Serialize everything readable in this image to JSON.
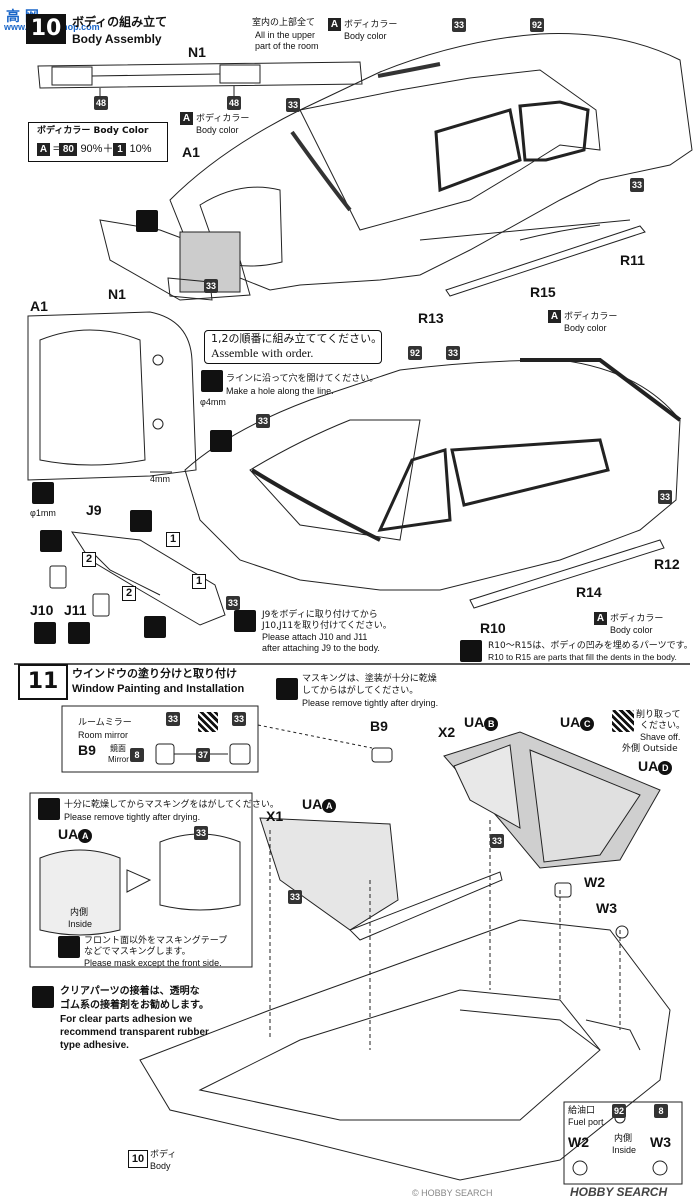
{
  "site_watermark": "www.hobby-shop.com",
  "step10": {
    "number": "10",
    "title_jp": "ボディの組み立て",
    "title_en": "Body Assembly"
  },
  "interior_note": {
    "jp": "室内の上部全て",
    "en_1": "All in the upper",
    "en_2": "part of the room"
  },
  "body_color_label_jp": "ボディカラー",
  "body_color_label_en": "Body color",
  "color_box": {
    "title": "ボディカラー Body Color",
    "formula_a": "A",
    "formula_eq": "=",
    "formula_80": "80",
    "formula_pct1": "90%＋",
    "formula_1": "1",
    "formula_pct2": "10%"
  },
  "parts": {
    "N1": "N1",
    "A1": "A1",
    "R11": "R11",
    "R13": "R13",
    "R15": "R15",
    "J9": "J9",
    "J10": "J10",
    "J11": "J11",
    "R10": "R10",
    "R12": "R12",
    "R14": "R14",
    "X1": "X1",
    "X2": "X2",
    "B9": "B9",
    "W2": "W2",
    "W3": "W3"
  },
  "paint_codes": {
    "c33": "33",
    "c48": "48",
    "c92": "92",
    "c37": "37",
    "c8": "8",
    "A": "A"
  },
  "order_note": {
    "jp": "1,2の順番に組み立ててください。",
    "en": "Assemble with order."
  },
  "hole_note": {
    "jp": "ラインに沿って穴を開けてください。",
    "en": "Make a hole along the line.",
    "phi4": "φ4mm",
    "phi1": "φ1mm",
    "mm4": "4mm"
  },
  "j9_note": {
    "jp_1": "J9をボディに取り付けてから",
    "jp_2": "J10,J11を取り付けてください。",
    "en_1": "Please attach J10 and J11",
    "en_2": "after attaching J9 to the body."
  },
  "dent_note": {
    "jp": "R10～R15は、ボディの凹みを埋めるパーツです。",
    "en": "R10 to R15 are parts that fill the dents in the body."
  },
  "step11": {
    "number": "11",
    "title_jp": "ウインドウの塗り分けと取り付け",
    "title_en": "Window Painting and Installation"
  },
  "masking_note": {
    "jp_1": "マスキングは、塗装が十分に乾燥",
    "jp_2": "してからはがしてください。",
    "en": "Please remove tightly after drying."
  },
  "room_mirror": {
    "jp": "ルームミラー",
    "en": "Room mirror",
    "mirror_jp": "鏡面",
    "mirror_en": "Mirror"
  },
  "dry_mask_note": {
    "jp": "十分に乾燥してからマスキングをはがしてください。",
    "en": "Please remove tightly after drying."
  },
  "ua": {
    "a": "UA",
    "b": "UA",
    "c": "UA",
    "d": "UA",
    "ca": "A",
    "cb": "B",
    "cc": "C",
    "cd": "D"
  },
  "inside_label": {
    "jp": "内側",
    "en": "Inside"
  },
  "front_mask_note": {
    "jp_1": "フロント面以外をマスキングテープ",
    "jp_2": "などでマスキングします。",
    "en": "Please mask except the front side."
  },
  "shave_note": {
    "jp_1": "削り取って",
    "jp_2": "ください。",
    "en": "Shave off.",
    "outside_jp": "外側",
    "outside_en": "Outside"
  },
  "adhesive_note": {
    "jp_1": "クリアパーツの接着は、透明な",
    "jp_2": "ゴム系の接着剤をお勧めします。",
    "en_1": "For clear parts adhesion we",
    "en_2": "recommend transparent rubber",
    "en_3": "type adhesive."
  },
  "fuel_port": {
    "jp": "給油口",
    "en": "Fuel port",
    "inside_jp": "内側",
    "inside_en": "Inside"
  },
  "body_ref": {
    "num": "10",
    "jp": "ボディ",
    "en": "Body"
  },
  "footer": {
    "logo": "HOBBY SEARCH",
    "credit": "© HOBBY SEARCH"
  }
}
